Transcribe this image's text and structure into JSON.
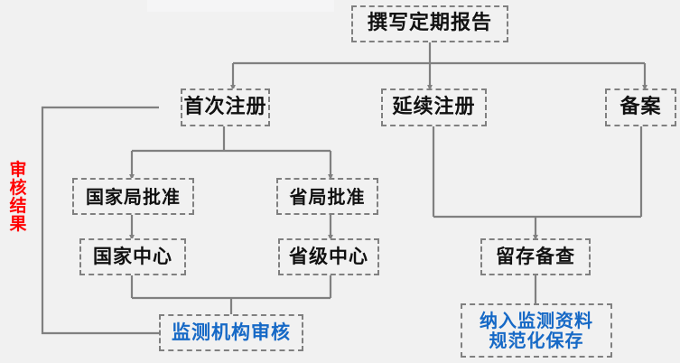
{
  "diagram": {
    "title_text": "撰写定期报告",
    "side_label": "审核结果",
    "accent_blue": "#1669c6",
    "accent_red": "#ff0000",
    "line_color": "#808080",
    "background": "#f1f1f1",
    "nodes": [
      {
        "id": "report",
        "label": "撰写定期报告",
        "style": "dark"
      },
      {
        "id": "first-reg",
        "label": "首次注册",
        "style": "dark"
      },
      {
        "id": "renewal-reg",
        "label": "延续注册",
        "style": "dark"
      },
      {
        "id": "filing",
        "label": "备案",
        "style": "dark"
      },
      {
        "id": "national-approval",
        "label": "国家局批准",
        "style": "dark"
      },
      {
        "id": "provincial-approval",
        "label": "省局批准",
        "style": "dark"
      },
      {
        "id": "national-center",
        "label": "国家中心",
        "style": "dark"
      },
      {
        "id": "provincial-center",
        "label": "省级中心",
        "style": "dark"
      },
      {
        "id": "retain-record",
        "label": "留存备查",
        "style": "dark"
      },
      {
        "id": "agency-review",
        "label": "监测机构审核",
        "style": "blue"
      },
      {
        "id": "archive-line1",
        "label": "纳入监测资料",
        "style": "blue"
      },
      {
        "id": "archive-line2",
        "label": "规范化保存",
        "style": "blue"
      }
    ]
  }
}
